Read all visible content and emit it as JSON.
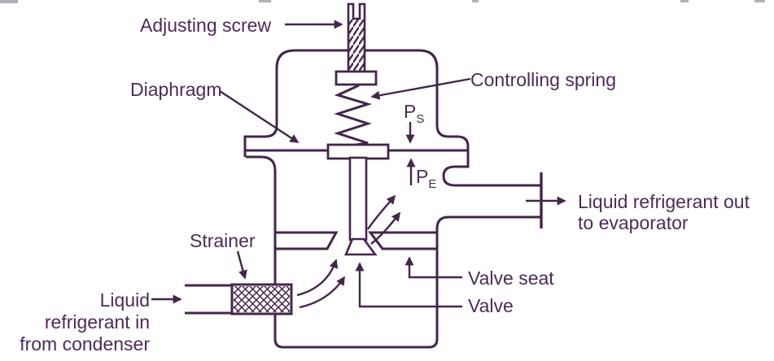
{
  "figure": {
    "title": "Automatic expansion valve sectional diagram"
  },
  "colors": {
    "ink": "#44254c",
    "text": "#4e2a58",
    "bg": "#ffffff",
    "fragment": "#b2b0b8"
  },
  "labels": {
    "adjusting_screw": "Adjusting screw",
    "diaphragm": "Diaphragm",
    "controlling_spring": "Controlling spring",
    "pressure_spring_base": "P",
    "pressure_spring_sub": "S",
    "pressure_evap_base": "P",
    "pressure_evap_sub": "E",
    "outlet_line1": "Liquid refrigerant out",
    "outlet_line2": "to evaporator",
    "strainer": "Strainer",
    "inlet_line1": "Liquid",
    "inlet_line2": "refrigerant in",
    "inlet_line3": "from condenser",
    "valve_seat": "Valve seat",
    "valve": "Valve"
  }
}
